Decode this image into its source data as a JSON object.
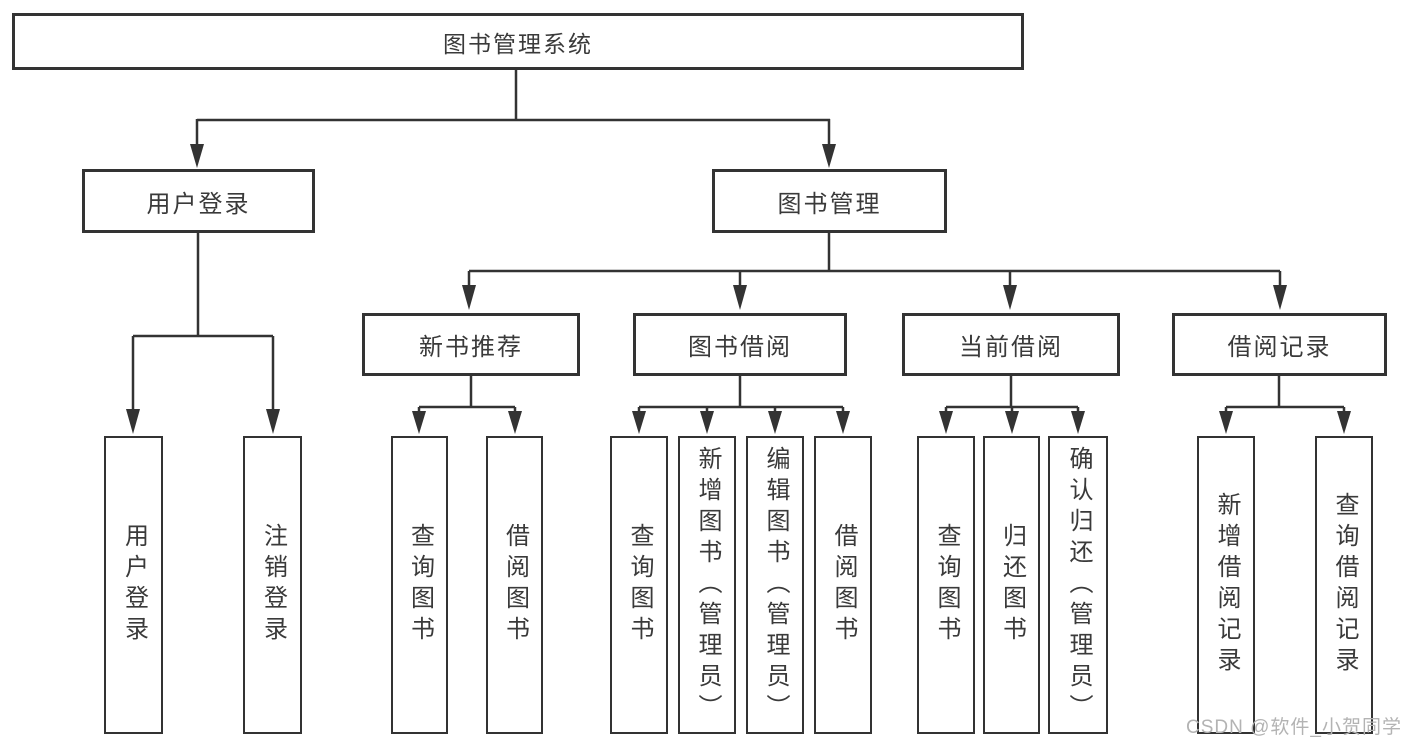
{
  "page": {
    "background": "#ffffff"
  },
  "colors": {
    "line": "#333333",
    "box_border": "#333333",
    "text": "#3a3a3a",
    "watermark": "#b3b3b3"
  },
  "watermark": {
    "text": "CSDN @软件_小贺同学"
  },
  "tree": {
    "root": {
      "label": "图书管理系统"
    },
    "branches": [
      {
        "label": "用户登录",
        "children": [
          {
            "label": "用户登录"
          },
          {
            "label": "注销登录"
          }
        ]
      },
      {
        "label": "图书管理",
        "children": [
          {
            "label": "新书推荐",
            "children": [
              {
                "label": "查询图书"
              },
              {
                "label": "借阅图书"
              }
            ]
          },
          {
            "label": "图书借阅",
            "children": [
              {
                "label": "查询图书"
              },
              {
                "label": "新增图书（管理员）"
              },
              {
                "label": "编辑图书（管理员）"
              },
              {
                "label": "借阅图书"
              }
            ]
          },
          {
            "label": "当前借阅",
            "children": [
              {
                "label": "查询图书"
              },
              {
                "label": "归还图书"
              },
              {
                "label": "确认归还（管理员）"
              }
            ]
          },
          {
            "label": "借阅记录",
            "children": [
              {
                "label": "新增借阅记录"
              },
              {
                "label": "查询借阅记录"
              }
            ]
          }
        ]
      }
    ]
  }
}
